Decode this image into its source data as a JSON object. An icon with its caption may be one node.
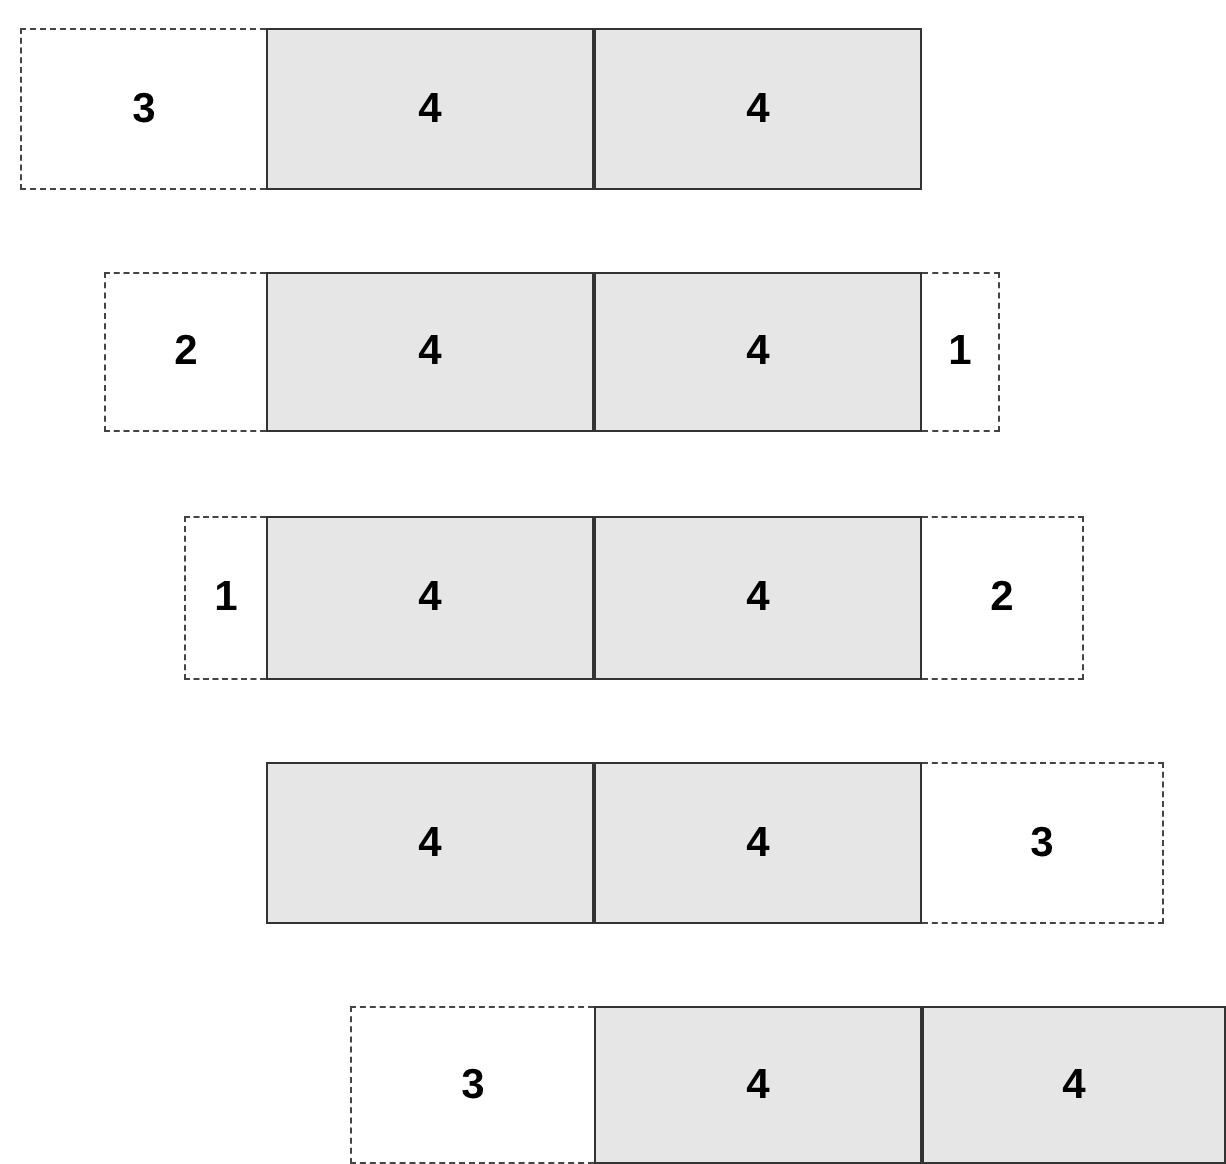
{
  "diagram": {
    "nodes": [
      {
        "text": [
          "3"
        ]
      },
      {
        "text": [
          "4"
        ]
      },
      {
        "text": [
          "4"
        ]
      },
      {
        "text": [
          "2"
        ]
      },
      {
        "text": [
          "4"
        ]
      },
      {
        "text": [
          "4"
        ]
      },
      {
        "text": [
          "1"
        ]
      },
      {
        "text": [
          "1"
        ]
      },
      {
        "text": [
          "4"
        ]
      },
      {
        "text": [
          "4"
        ]
      },
      {
        "text": [
          "2"
        ]
      },
      {
        "text": [
          "4"
        ]
      },
      {
        "text": [
          "4"
        ]
      },
      {
        "text": [
          "3"
        ]
      },
      {
        "text": [
          "3"
        ]
      },
      {
        "text": [
          "4"
        ]
      },
      {
        "text": [
          "4"
        ]
      }
    ]
  }
}
